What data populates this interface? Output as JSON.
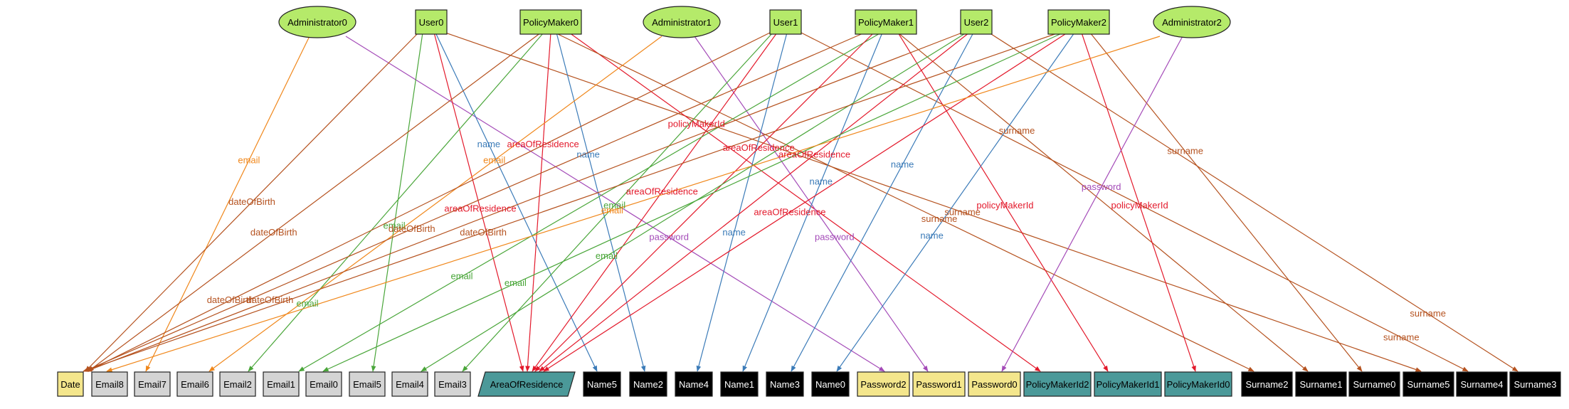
{
  "colors": {
    "ellipse_fill": "#b5ea6a",
    "class_fill": "#b5ea6a",
    "email_fill": "#d4d4d4",
    "date_fill": "#f4e68c",
    "password_fill": "#f4e68c",
    "policyid_fill": "#4b9999",
    "area_fill": "#4b9999",
    "black_fill": "#000000",
    "orange": "#f0871b",
    "brown": "#b5521f",
    "green": "#4aa63a",
    "red": "#e3192b",
    "blue": "#3b7bb8",
    "purple": "#a44bb8"
  },
  "diagram": {
    "top_nodes": [
      {
        "id": "Administrator0",
        "label": "Administrator0",
        "shape": "ellipse"
      },
      {
        "id": "User0",
        "label": "User0",
        "shape": "box"
      },
      {
        "id": "PolicyMaker0",
        "label": "PolicyMaker0",
        "shape": "box"
      },
      {
        "id": "Administrator1",
        "label": "Administrator1",
        "shape": "ellipse"
      },
      {
        "id": "User1",
        "label": "User1",
        "shape": "box"
      },
      {
        "id": "PolicyMaker1",
        "label": "PolicyMaker1",
        "shape": "box"
      },
      {
        "id": "User2",
        "label": "User2",
        "shape": "box"
      },
      {
        "id": "PolicyMaker2",
        "label": "PolicyMaker2",
        "shape": "box"
      },
      {
        "id": "Administrator2",
        "label": "Administrator2",
        "shape": "ellipse"
      }
    ],
    "bottom_nodes": [
      {
        "id": "Date",
        "label": "Date",
        "kind": "date"
      },
      {
        "id": "Email8",
        "label": "Email8",
        "kind": "email"
      },
      {
        "id": "Email7",
        "label": "Email7",
        "kind": "email"
      },
      {
        "id": "Email6",
        "label": "Email6",
        "kind": "email"
      },
      {
        "id": "Email2",
        "label": "Email2",
        "kind": "email"
      },
      {
        "id": "Email1",
        "label": "Email1",
        "kind": "email"
      },
      {
        "id": "Email0",
        "label": "Email0",
        "kind": "email"
      },
      {
        "id": "Email5",
        "label": "Email5",
        "kind": "email"
      },
      {
        "id": "Email4",
        "label": "Email4",
        "kind": "email"
      },
      {
        "id": "Email3",
        "label": "Email3",
        "kind": "email"
      },
      {
        "id": "AreaOfResidence",
        "label": "AreaOfResidence",
        "kind": "area"
      },
      {
        "id": "Name5",
        "label": "Name5",
        "kind": "black"
      },
      {
        "id": "Name2",
        "label": "Name2",
        "kind": "black"
      },
      {
        "id": "Name4",
        "label": "Name4",
        "kind": "black"
      },
      {
        "id": "Name1",
        "label": "Name1",
        "kind": "black"
      },
      {
        "id": "Name3",
        "label": "Name3",
        "kind": "black"
      },
      {
        "id": "Name0",
        "label": "Name0",
        "kind": "black"
      },
      {
        "id": "Password2",
        "label": "Password2",
        "kind": "password"
      },
      {
        "id": "Password1",
        "label": "Password1",
        "kind": "password"
      },
      {
        "id": "Password0",
        "label": "Password0",
        "kind": "password"
      },
      {
        "id": "PolicyMakerId2",
        "label": "PolicyMakerId2",
        "kind": "policyid"
      },
      {
        "id": "PolicyMakerId1",
        "label": "PolicyMakerId1",
        "kind": "policyid"
      },
      {
        "id": "PolicyMakerId0",
        "label": "PolicyMakerId0",
        "kind": "policyid"
      },
      {
        "id": "Surname2",
        "label": "Surname2",
        "kind": "black"
      },
      {
        "id": "Surname1",
        "label": "Surname1",
        "kind": "black"
      },
      {
        "id": "Surname0",
        "label": "Surname0",
        "kind": "black"
      },
      {
        "id": "Surname5",
        "label": "Surname5",
        "kind": "black"
      },
      {
        "id": "Surname4",
        "label": "Surname4",
        "kind": "black"
      },
      {
        "id": "Surname3",
        "label": "Surname3",
        "kind": "black"
      }
    ],
    "edges": [
      {
        "from": "Administrator0",
        "to": "Email7",
        "label": "email",
        "color": "orange"
      },
      {
        "from": "Administrator0",
        "to": "Password2",
        "label": "password",
        "color": "purple"
      },
      {
        "from": "User0",
        "to": "Date",
        "label": "dateOfBirth",
        "color": "brown"
      },
      {
        "from": "User0",
        "to": "Email5",
        "label": "email",
        "color": "green"
      },
      {
        "from": "User0",
        "to": "AreaOfResidence",
        "label": "areaOfResidence",
        "color": "red"
      },
      {
        "from": "User0",
        "to": "Name5",
        "label": "name",
        "color": "blue"
      },
      {
        "from": "User0",
        "to": "Surname5",
        "label": "surname",
        "color": "brown"
      },
      {
        "from": "PolicyMaker0",
        "to": "Date",
        "label": "dateOfBirth",
        "color": "brown"
      },
      {
        "from": "PolicyMaker0",
        "to": "Email2",
        "label": "email",
        "color": "green"
      },
      {
        "from": "PolicyMaker0",
        "to": "AreaOfResidence",
        "label": "areaOfResidence",
        "color": "red"
      },
      {
        "from": "PolicyMaker0",
        "to": "Name2",
        "label": "name",
        "color": "blue"
      },
      {
        "from": "PolicyMaker0",
        "to": "PolicyMakerId2",
        "label": "policyMakerId",
        "color": "red"
      },
      {
        "from": "PolicyMaker0",
        "to": "Surname2",
        "label": "surname",
        "color": "brown"
      },
      {
        "from": "Administrator1",
        "to": "Email6",
        "label": "email",
        "color": "orange"
      },
      {
        "from": "Administrator1",
        "to": "Password1",
        "label": "password",
        "color": "purple"
      },
      {
        "from": "User1",
        "to": "Date",
        "label": "dateOfBirth",
        "color": "brown"
      },
      {
        "from": "User1",
        "to": "Email3",
        "label": "email",
        "color": "green"
      },
      {
        "from": "User1",
        "to": "AreaOfResidence",
        "label": "areaOfResidence",
        "color": "red"
      },
      {
        "from": "User1",
        "to": "Name4",
        "label": "name",
        "color": "blue"
      },
      {
        "from": "User1",
        "to": "Surname4",
        "label": "surname",
        "color": "brown"
      },
      {
        "from": "PolicyMaker1",
        "to": "Date",
        "label": "dateOfBirth",
        "color": "brown"
      },
      {
        "from": "PolicyMaker1",
        "to": "Email1",
        "label": "email",
        "color": "green"
      },
      {
        "from": "PolicyMaker1",
        "to": "AreaOfResidence",
        "label": "areaOfResidence",
        "color": "red"
      },
      {
        "from": "PolicyMaker1",
        "to": "Name1",
        "label": "name",
        "color": "blue"
      },
      {
        "from": "PolicyMaker1",
        "to": "PolicyMakerId1",
        "label": "policyMakerId",
        "color": "red"
      },
      {
        "from": "PolicyMaker1",
        "to": "Surname1",
        "label": "surname",
        "color": "brown"
      },
      {
        "from": "User2",
        "to": "Date",
        "label": "dateOfBirth",
        "color": "brown"
      },
      {
        "from": "User2",
        "to": "Email4",
        "label": "email",
        "color": "green"
      },
      {
        "from": "User2",
        "to": "AreaOfResidence",
        "label": "areaOfResidence",
        "color": "red"
      },
      {
        "from": "User2",
        "to": "Name3",
        "label": "name",
        "color": "blue"
      },
      {
        "from": "User2",
        "to": "Surname3",
        "label": "surname",
        "color": "brown"
      },
      {
        "from": "PolicyMaker2",
        "to": "Date",
        "label": "dateOfBirth",
        "color": "brown"
      },
      {
        "from": "PolicyMaker2",
        "to": "Email0",
        "label": "email",
        "color": "green"
      },
      {
        "from": "PolicyMaker2",
        "to": "AreaOfResidence",
        "label": "areaOfResidence",
        "color": "red"
      },
      {
        "from": "PolicyMaker2",
        "to": "Name0",
        "label": "name",
        "color": "blue"
      },
      {
        "from": "PolicyMaker2",
        "to": "PolicyMakerId0",
        "label": "policyMakerId",
        "color": "red"
      },
      {
        "from": "PolicyMaker2",
        "to": "Surname0",
        "label": "surname",
        "color": "brown"
      },
      {
        "from": "Administrator2",
        "to": "Email8",
        "label": "email",
        "color": "orange"
      },
      {
        "from": "Administrator2",
        "to": "Password0",
        "label": "password",
        "color": "purple"
      }
    ]
  }
}
